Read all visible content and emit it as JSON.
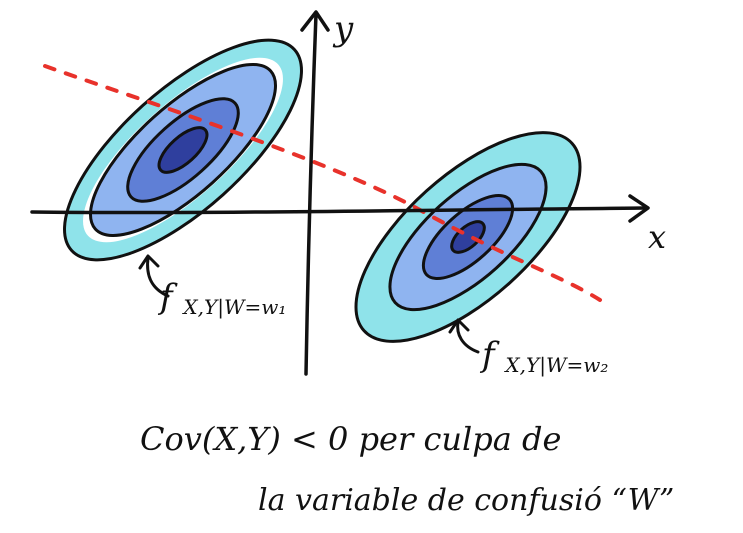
{
  "axes": {
    "x_label": "x",
    "y_label": "y"
  },
  "clusters": [
    {
      "label": "f",
      "label_sub": "X,Y|W=w₁"
    },
    {
      "label": "f",
      "label_sub": "X,Y|W=w₂"
    }
  ],
  "caption": {
    "line1": "Cov(X,Y) < 0  per culpa de",
    "line2": "la variable de confusió  “W”"
  },
  "colors": {
    "outer_fill": "#8fe3ea",
    "mid_fill": "#8fb4f0",
    "inner_fill": "#5f7fd6",
    "core_fill": "#2f3f9e",
    "ink": "#111111",
    "trend_line": "#e8322b"
  }
}
